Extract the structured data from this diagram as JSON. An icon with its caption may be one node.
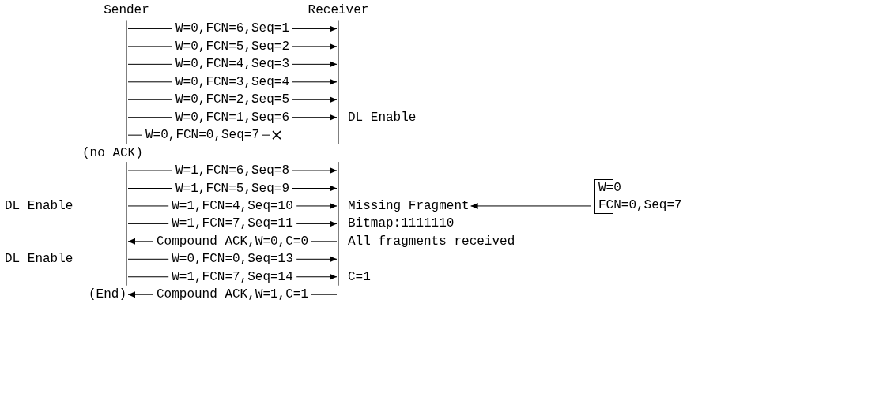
{
  "diagram": {
    "nodes": [
      {
        "text": [
          "Sender"
        ]
      },
      {
        "text": [
          "Receiver"
        ]
      },
      {
        "text": [
          "W=0",
          "FCN=0,Seq=7"
        ]
      },
      {
        "text": [
          "Missing Fragment"
        ]
      }
    ],
    "edges": [
      {
        "from": 0,
        "to": 1,
        "arrow": "to",
        "label": "W=0,FCN=6,Seq=1"
      },
      {
        "from": 0,
        "to": 1,
        "arrow": "to",
        "label": "W=0,FCN=5,Seq=2"
      },
      {
        "from": 0,
        "to": 1,
        "arrow": "to",
        "label": "W=0,FCN=4,Seq=3"
      },
      {
        "from": 0,
        "to": 1,
        "arrow": "to",
        "label": "W=0,FCN=3,Seq=4"
      },
      {
        "from": 0,
        "to": 1,
        "arrow": "to",
        "label": "W=0,FCN=2,Seq=5"
      },
      {
        "from": 0,
        "to": 1,
        "arrow": "to",
        "label": "W=0,FCN=1,Seq=6"
      },
      {
        "from": 0,
        "to": null,
        "arrow": "none",
        "label": "W=0,FCN=0,Seq=7"
      },
      {
        "from": 0,
        "to": 1,
        "arrow": "to",
        "label": "W=1,FCN=6,Seq=8"
      },
      {
        "from": 0,
        "to": 1,
        "arrow": "to",
        "label": "W=1,FCN=5,Seq=9"
      },
      {
        "from": 0,
        "to": 1,
        "arrow": "to",
        "label": "W=1,FCN=4,Seq=10"
      },
      {
        "from": 0,
        "to": 1,
        "arrow": "to",
        "label": "W=1,FCN=7,Seq=11"
      },
      {
        "from": 1,
        "to": 0,
        "arrow": "to",
        "label": "Compound ACK,W=0,C=0"
      },
      {
        "from": 0,
        "to": 1,
        "arrow": "to",
        "label": "W=0,FCN=0,Seq=13"
      },
      {
        "from": 0,
        "to": 1,
        "arrow": "to",
        "label": "W=1,FCN=7,Seq=14"
      },
      {
        "from": 1,
        "to": 0,
        "arrow": "to",
        "label": "Compound ACK,W=1,C=1"
      },
      {
        "from": 2,
        "to": 3,
        "arrow": "to"
      }
    ],
    "labels": [
      "DL Enable",
      "(no ACK)",
      "DL Enable",
      "Bitmap:1111110",
      "All fragments received",
      "DL Enable",
      "C=1",
      "(End)"
    ]
  }
}
